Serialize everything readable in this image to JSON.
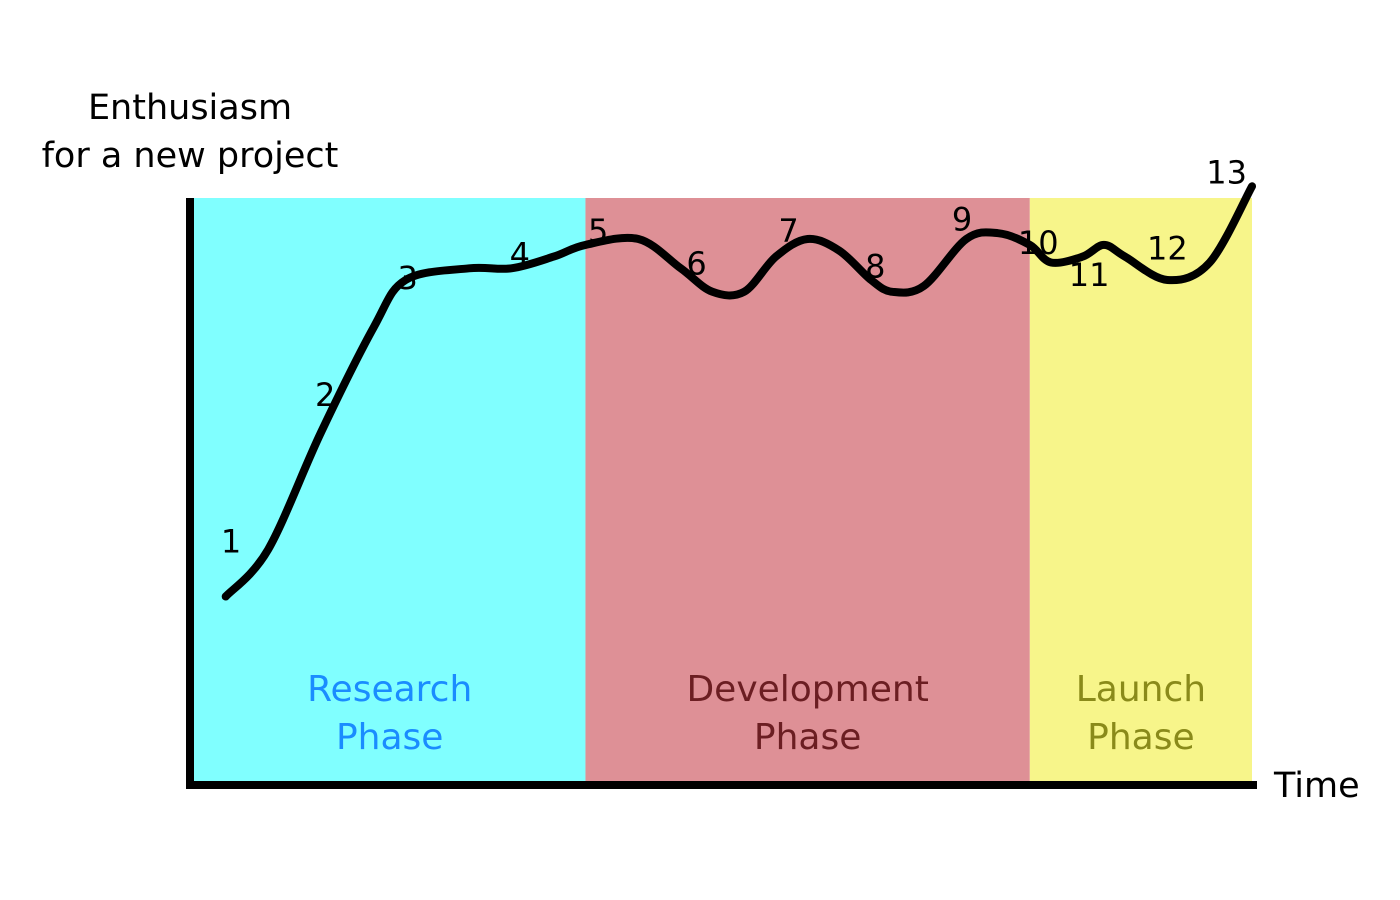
{
  "chart_data": {
    "type": "line",
    "ylabel": [
      "Enthusiasm",
      "for a new project"
    ],
    "xlabel": "Time",
    "ylim": [
      0,
      100
    ],
    "xlim": [
      0,
      100
    ],
    "grid": false,
    "phases": [
      {
        "name": [
          "Research",
          "Phase"
        ],
        "x_start": 0,
        "x_end": 37,
        "fill": "#80ffff",
        "text_color": "#1a8cff"
      },
      {
        "name": [
          "Development",
          "Phase"
        ],
        "x_start": 37,
        "x_end": 79,
        "fill": "#de9096",
        "text_color": "#6b1e22"
      },
      {
        "name": [
          "Launch",
          "Phase"
        ],
        "x_start": 79,
        "x_end": 100,
        "fill": "#f7f58a",
        "text_color": "#8a8a1a"
      }
    ],
    "series": [
      {
        "line_color": "#000000",
        "x": [
          3,
          7,
          12,
          17,
          20,
          26,
          30,
          34,
          37,
          42,
          46,
          49,
          52,
          55,
          58,
          61,
          64,
          66,
          69,
          73,
          76,
          79,
          81,
          84,
          86,
          88,
          92,
          96,
          100
        ],
        "y": [
          32,
          40,
          60,
          78,
          86,
          88,
          88,
          90,
          92,
          93,
          88,
          84,
          84,
          90,
          93,
          91,
          86,
          84,
          85,
          93,
          94,
          92,
          89,
          90,
          92,
          90,
          86,
          89,
          102
        ]
      }
    ],
    "annotations": [
      {
        "text": "1",
        "x": 3.5,
        "y": 41
      },
      {
        "text": "2",
        "x": 12.4,
        "y": 66
      },
      {
        "text": "3",
        "x": 20.2,
        "y": 86
      },
      {
        "text": "4",
        "x": 30.8,
        "y": 90
      },
      {
        "text": "5",
        "x": 38.2,
        "y": 94
      },
      {
        "text": "6",
        "x": 47.5,
        "y": 88.5
      },
      {
        "text": "7",
        "x": 56.2,
        "y": 94
      },
      {
        "text": "8",
        "x": 64.4,
        "y": 88
      },
      {
        "text": "9",
        "x": 72.6,
        "y": 96
      },
      {
        "text": "10",
        "x": 79.8,
        "y": 92
      },
      {
        "text": "11",
        "x": 84.6,
        "y": 86.5
      },
      {
        "text": "12",
        "x": 92,
        "y": 91
      },
      {
        "text": "13",
        "x": 97.6,
        "y": 104
      }
    ]
  }
}
